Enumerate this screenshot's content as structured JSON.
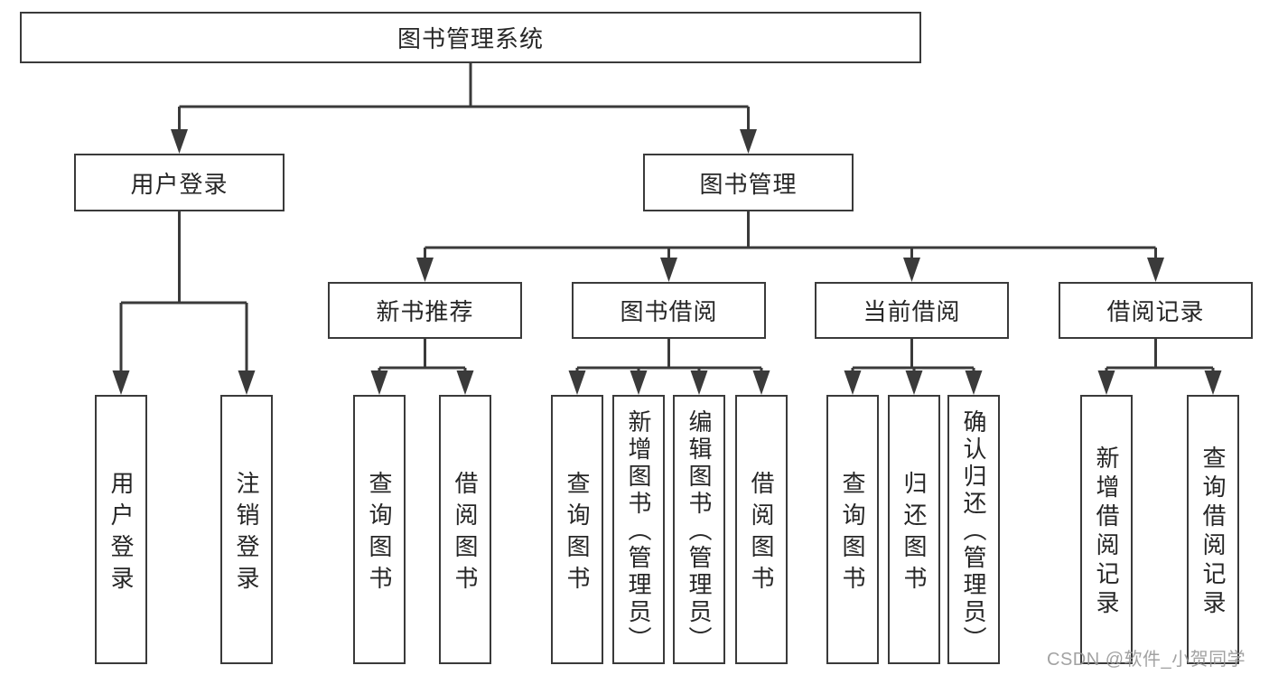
{
  "colors": {
    "line": "#3a3a3a",
    "box_border": "#3a3a3a",
    "box_fill": "#ffffff",
    "text": "#262626",
    "watermark": "#989898",
    "background": "#ffffff"
  },
  "tree": {
    "root": {
      "label": "图书管理系统",
      "children": [
        {
          "label": "用户登录",
          "children": [
            {
              "label": "用户登录"
            },
            {
              "label": "注销登录"
            }
          ]
        },
        {
          "label": "图书管理",
          "children": [
            {
              "label": "新书推荐",
              "children": [
                {
                  "label": "查询图书"
                },
                {
                  "label": "借阅图书"
                }
              ]
            },
            {
              "label": "图书借阅",
              "children": [
                {
                  "label": "查询图书"
                },
                {
                  "label": "新增图书（管理员）"
                },
                {
                  "label": "编辑图书（管理员）"
                },
                {
                  "label": "借阅图书"
                }
              ]
            },
            {
              "label": "当前借阅",
              "children": [
                {
                  "label": "查询图书"
                },
                {
                  "label": "归还图书"
                },
                {
                  "label": "确认归还（管理员）"
                }
              ]
            },
            {
              "label": "借阅记录",
              "children": [
                {
                  "label": "新增借阅记录"
                },
                {
                  "label": "查询借阅记录"
                }
              ]
            }
          ]
        }
      ]
    }
  },
  "watermark": "CSDN @软件_小贺同学"
}
